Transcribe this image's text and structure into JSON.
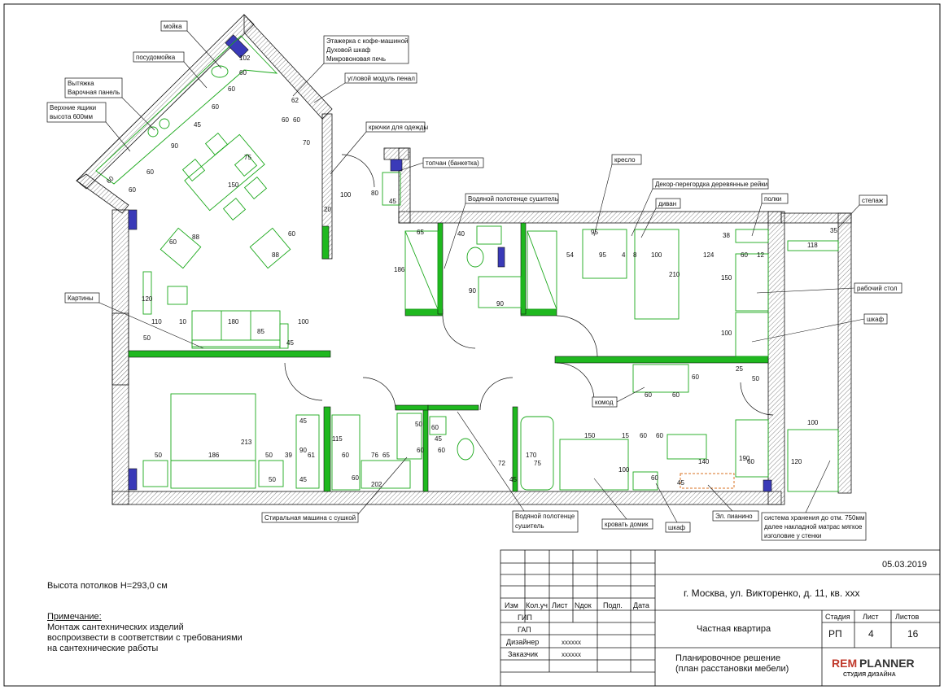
{
  "callouts": {
    "sink": "мойка",
    "dishwasher": "посудомойка",
    "hood": "Вытяжка",
    "hob": "Варочная панель",
    "upper_cabinets_1": "Верхние ящики",
    "upper_cabinets_2": "высота 600мм",
    "shelf_unit_1": "Этажерка с кофе-машиной",
    "shelf_unit_2": "Духовой шкаф",
    "shelf_unit_3": "Микровоновая печь",
    "corner_module": "угловой модуль пенал",
    "hooks": "крючки для одежды",
    "bench": "топчан (банкетка)",
    "towel_dryer_1": "Водяной полотенце сушитель",
    "armchair": "кресло",
    "partition": "Декор-перегордка деревянные рейки",
    "sofa": "диван",
    "shelves": "полки",
    "rack": "стелаж",
    "desk": "рабочий стол",
    "wardrobe_1": "шкаф",
    "pictures": "Картины",
    "dresser": "комод",
    "washer": "Стиральная машина с сушкой",
    "towel_dryer_2a": "Водяной полотенце",
    "towel_dryer_2b": "сушитель",
    "house_bed": "кровать домик",
    "wardrobe_2": "шкаф",
    "piano": "Эл. пианино",
    "storage_1": "система хранения до отм. 750мм",
    "storage_2": "далее накладной матрас мягкое",
    "storage_3": "изголовие у стенки"
  },
  "dims": {
    "k1": "60",
    "k2": "60",
    "k3": "45",
    "k4": "90",
    "k5": "60",
    "k6": "60",
    "k7": "60",
    "k8": "60",
    "k9": "102",
    "k10": "60",
    "k11": "60",
    "k12": "62",
    "k13": "70",
    "table_w": "150",
    "table_h": "75",
    "ch1": "60",
    "ch2": "88",
    "ch3": "60",
    "ch4": "88",
    "hall_h": "100",
    "hall_w": "20",
    "bench_w": "80",
    "bench_d": "45",
    "bath_a": "65",
    "bath_b": "40",
    "bath_c": "186",
    "bath_d": "90",
    "bath_e": "90",
    "ofc1": "54",
    "ofc2": "95",
    "ofc3": "95",
    "ofc4": "4",
    "ofc5": "8",
    "ofc6": "100",
    "ofc7": "124",
    "ofc8": "38",
    "ofc9": "60",
    "ofc10": "12",
    "ofc11": "210",
    "ofc12": "150",
    "ofc13": "100",
    "ofc14": "35",
    "ofc15": "118",
    "liv1": "120",
    "liv2": "110",
    "liv3": "10",
    "liv4": "180",
    "liv5": "100",
    "liv6": "85",
    "liv7": "50",
    "liv8": "45",
    "com1": "60",
    "com2": "60",
    "com3": "60",
    "com4": "25",
    "com5": "50",
    "bed1": "50",
    "bed2": "186",
    "bed3": "50",
    "bed4": "39",
    "bed5": "61",
    "bed6": "213",
    "bed7": "50",
    "cl1": "45",
    "cl2": "90",
    "cl3": "45",
    "cl4": "115",
    "cl5": "60",
    "cl6": "76",
    "cl7": "65",
    "cl8": "60",
    "cl9": "202",
    "cl10": "60",
    "cl11": "50",
    "wc1": "60",
    "wc2": "45",
    "wc3": "60",
    "wc4": "72",
    "wc5": "45",
    "bt1": "170",
    "bt2": "75",
    "br1": "150",
    "br2": "15",
    "br3": "60",
    "br4": "60",
    "br5": "100",
    "br6": "60",
    "br7": "140",
    "br8": "45",
    "br9": "190",
    "br10": "60",
    "br11": "100",
    "br12": "120"
  },
  "ceiling_height": "Высота потолков H=293,0 см",
  "note": {
    "heading": "Примечание:",
    "line1": "Монтаж сантехнических изделий",
    "line2": "воспроизвести в соответствии с требованиями",
    "line3": "на сантехнические работы"
  },
  "title_block": {
    "date": "05.03.2019",
    "address": "г. Москва, ул. Викторенко, д. 11, кв. ххх",
    "col_izm": "Изм",
    "col_kol": "Кол.уч",
    "col_list": "Лист",
    "col_ndok": "Nдок",
    "col_podp": "Подп.",
    "col_data": "Дата",
    "role_gip": "ГИП",
    "role_gap": "ГАП",
    "role_designer": "Дизайнер",
    "role_client": "Заказчик",
    "designer_name": "хххххх",
    "client_name": "хххххх",
    "object": "Частная квартира",
    "stage_label": "Стадия",
    "sheet_label": "Лист",
    "sheets_label": "Листов",
    "stage": "РП",
    "sheet": "4",
    "sheets": "16",
    "drawing_1": "Планировочное решение",
    "drawing_2": "(план расстановки мебели)",
    "logo_main_1": "REM",
    "logo_main_2": "PLANNER",
    "logo_sub": "СТУДИЯ ДИЗАЙНА"
  },
  "colors": {
    "wall_fill": "#ffffff",
    "wall_hatch": "#888888",
    "new_wall": "#1fb81f",
    "furniture": "#1aa81a",
    "window": "#3a3ab8",
    "ink": "#111111",
    "brand_dark": "#333333",
    "brand_accent": "#c0392b"
  }
}
